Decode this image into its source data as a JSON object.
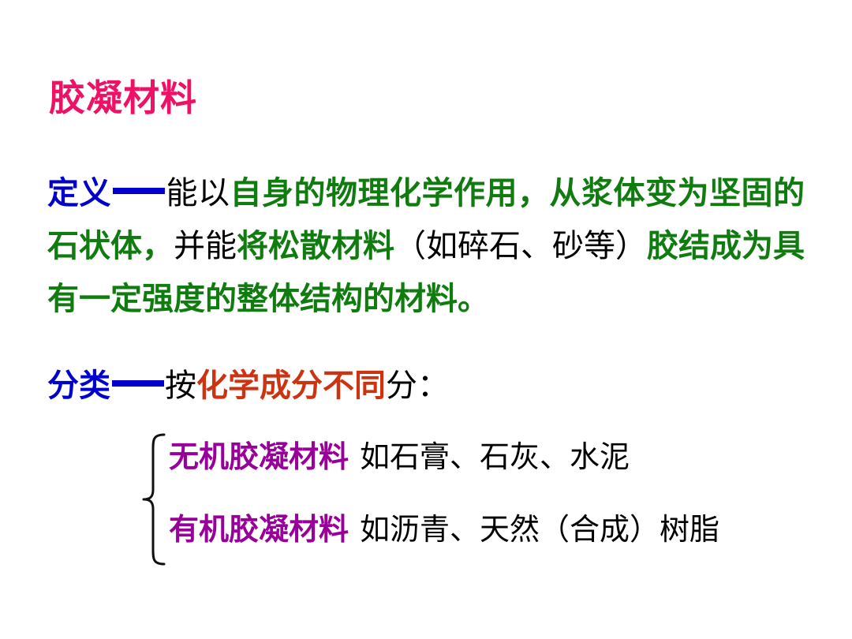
{
  "slide": {
    "title": "胶凝材料",
    "background_color": "#ffffff"
  },
  "colors": {
    "title_pink": "#ee1166",
    "heading_blue": "#0000cc",
    "body_green": "#107c10",
    "accent_orange": "#cc3311",
    "category_purple": "#990099",
    "plain_black": "#000000"
  },
  "definition": {
    "label": "定义",
    "dash": "——",
    "runs": [
      {
        "text": "能以",
        "color": "black"
      },
      {
        "text": "自身的物理化学作用，从浆体变为坚固的石状体，",
        "color": "green"
      },
      {
        "text": "并能",
        "color": "black"
      },
      {
        "text": "将松散材料",
        "color": "green"
      },
      {
        "text": "（如碎石、砂等）",
        "color": "black"
      },
      {
        "text": "胶结成为具有一定强度的整体结构的材料。",
        "color": "green"
      }
    ]
  },
  "classification": {
    "label": "分类",
    "dash": "——",
    "prefix": "按",
    "criterion": "化学成分不同",
    "suffix": "分："
  },
  "categories": [
    {
      "name": "无机胶凝材料",
      "examples": "如石膏、石灰、水泥"
    },
    {
      "name": "有机胶凝材料",
      "examples": "如沥青、天然（合成）树脂"
    }
  ]
}
